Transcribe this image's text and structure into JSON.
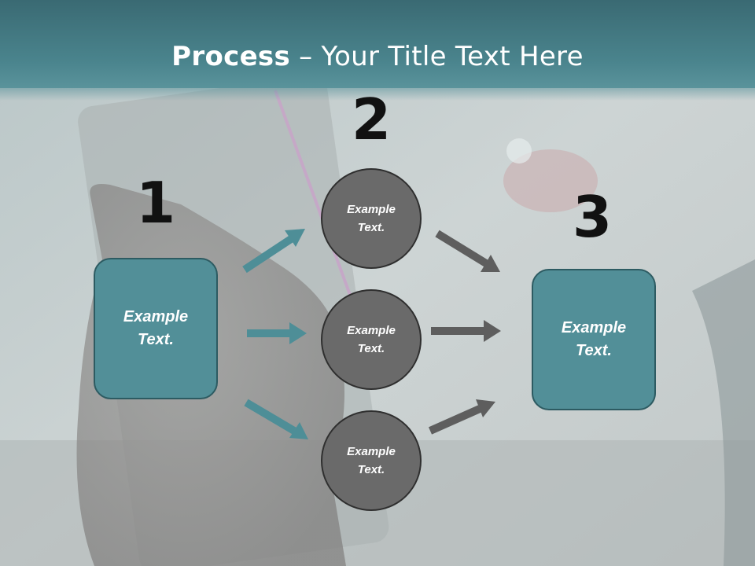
{
  "title": {
    "strong": "Process",
    "rest": " – Your Title Text Here"
  },
  "steps": {
    "one": "1",
    "two": "2",
    "three": "3"
  },
  "box_left": {
    "text": "Example\nText."
  },
  "box_right": {
    "text": "Example\nText."
  },
  "circles": [
    {
      "text": "Example\nText."
    },
    {
      "text": "Example\nText."
    },
    {
      "text": "Example\nText."
    }
  ],
  "colors": {
    "teal_box": "#528f98",
    "teal_arrow": "#4e8e97",
    "gray_circle": "#6a6a6a",
    "gray_arrow": "#5e5e5e",
    "header": "#4a848d"
  },
  "icons": {
    "background": "hand-holding-phone-photo"
  }
}
